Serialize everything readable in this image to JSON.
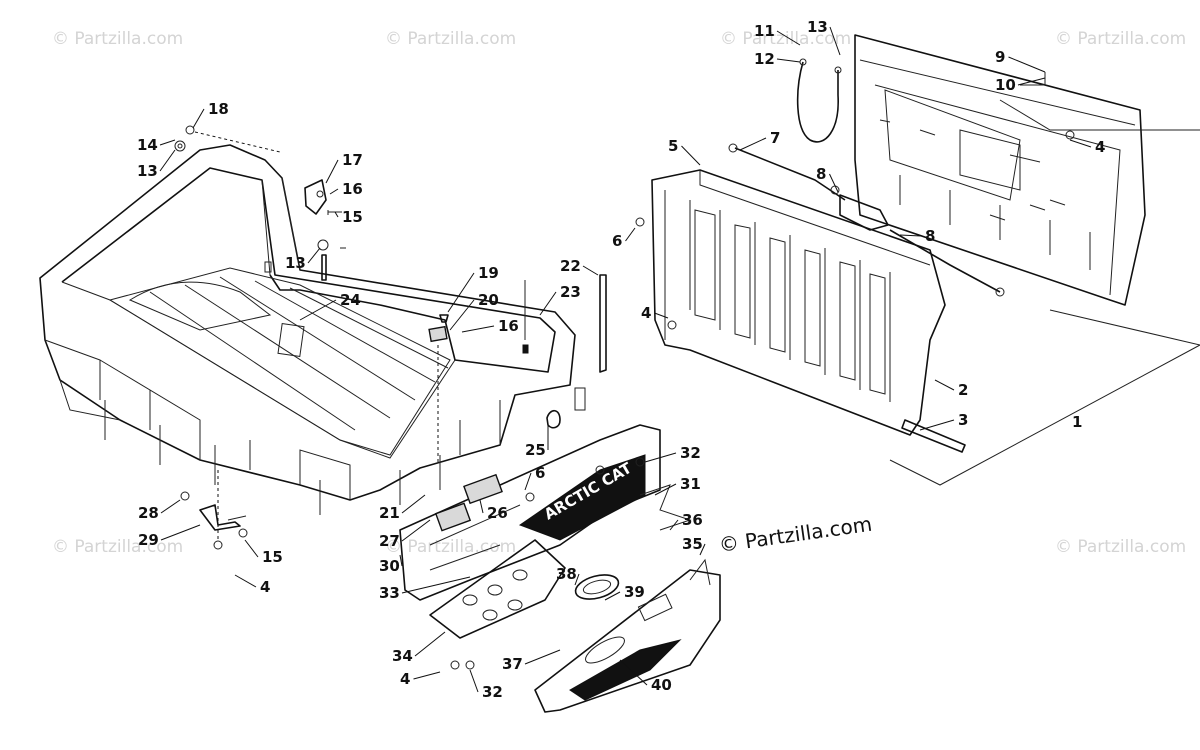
{
  "watermark": "© Partzilla.com",
  "brand_text": "© Partzilla.com",
  "decal_text": "ARCTIC CAT",
  "callouts": [
    {
      "id": "c1",
      "label": "1"
    },
    {
      "id": "c2",
      "label": "2"
    },
    {
      "id": "c3",
      "label": "3"
    },
    {
      "id": "c4a",
      "label": "4"
    },
    {
      "id": "c4b",
      "label": "4"
    },
    {
      "id": "c4c",
      "label": "4"
    },
    {
      "id": "c4d",
      "label": "4"
    },
    {
      "id": "c5",
      "label": "5"
    },
    {
      "id": "c6a",
      "label": "6"
    },
    {
      "id": "c6b",
      "label": "6"
    },
    {
      "id": "c7",
      "label": "7"
    },
    {
      "id": "c8a",
      "label": "8"
    },
    {
      "id": "c8b",
      "label": "8"
    },
    {
      "id": "c9",
      "label": "9"
    },
    {
      "id": "c10",
      "label": "10"
    },
    {
      "id": "c11",
      "label": "11"
    },
    {
      "id": "c12",
      "label": "12"
    },
    {
      "id": "c13a",
      "label": "13"
    },
    {
      "id": "c13b",
      "label": "13"
    },
    {
      "id": "c13c",
      "label": "13"
    },
    {
      "id": "c14",
      "label": "14"
    },
    {
      "id": "c15a",
      "label": "15"
    },
    {
      "id": "c15b",
      "label": "15"
    },
    {
      "id": "c16a",
      "label": "16"
    },
    {
      "id": "c16b",
      "label": "16"
    },
    {
      "id": "c17",
      "label": "17"
    },
    {
      "id": "c18",
      "label": "18"
    },
    {
      "id": "c19",
      "label": "19"
    },
    {
      "id": "c20",
      "label": "20"
    },
    {
      "id": "c21",
      "label": "21"
    },
    {
      "id": "c22",
      "label": "22"
    },
    {
      "id": "c23",
      "label": "23"
    },
    {
      "id": "c24",
      "label": "24"
    },
    {
      "id": "c25",
      "label": "25"
    },
    {
      "id": "c26",
      "label": "26"
    },
    {
      "id": "c27",
      "label": "27"
    },
    {
      "id": "c28",
      "label": "28"
    },
    {
      "id": "c29",
      "label": "29"
    },
    {
      "id": "c30",
      "label": "30"
    },
    {
      "id": "c31",
      "label": "31"
    },
    {
      "id": "c32a",
      "label": "32"
    },
    {
      "id": "c32b",
      "label": "32"
    },
    {
      "id": "c33",
      "label": "33"
    },
    {
      "id": "c34",
      "label": "34"
    },
    {
      "id": "c35",
      "label": "35"
    },
    {
      "id": "c36",
      "label": "36"
    },
    {
      "id": "c37",
      "label": "37"
    },
    {
      "id": "c38",
      "label": "38"
    },
    {
      "id": "c39",
      "label": "39"
    },
    {
      "id": "c40",
      "label": "40"
    }
  ]
}
